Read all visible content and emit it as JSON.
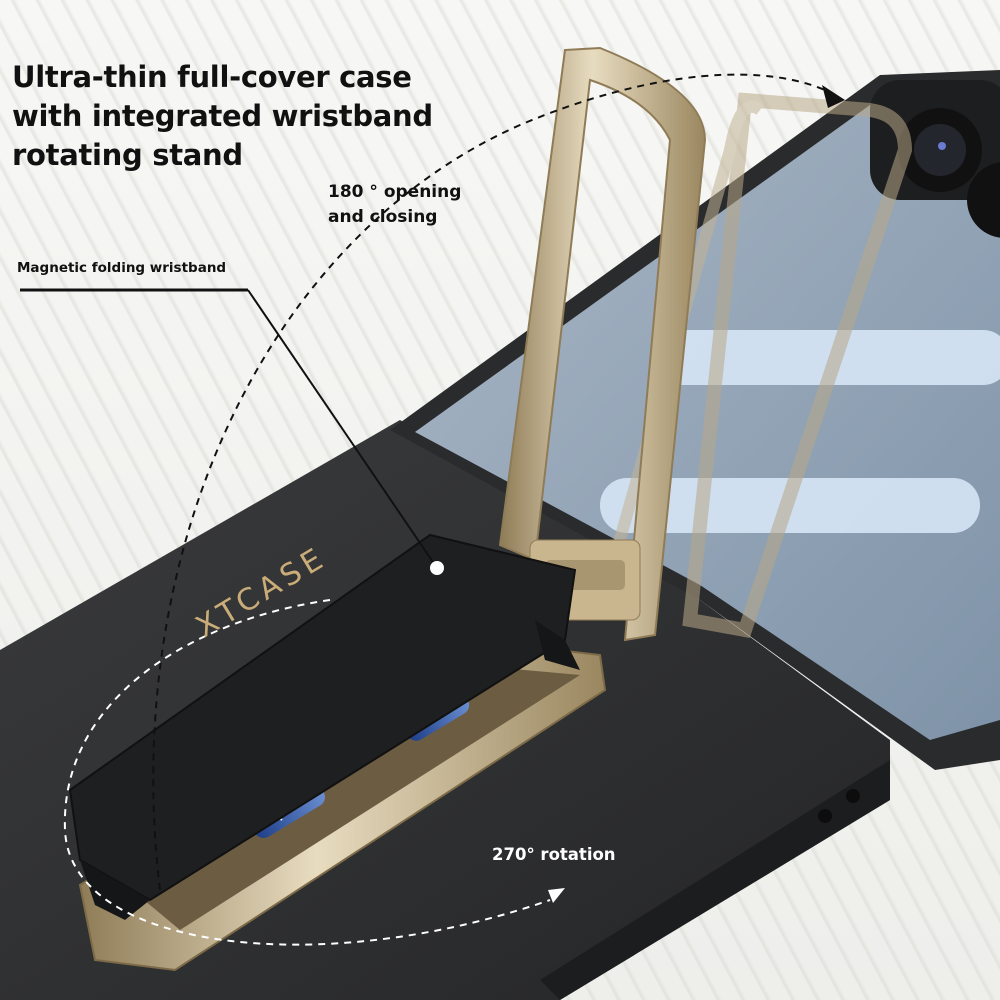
{
  "headline": {
    "text": "Ultra-thin full-cover case\nwith integrated wristband\nrotating stand"
  },
  "callouts": {
    "opening": "180 °   opening\nand closing",
    "wristband": "Magnetic folding wristband",
    "rotation": "270°   rotation"
  },
  "brand": {
    "logo_text": "XTCASE"
  },
  "colors": {
    "background": "#f3f3f1",
    "case_black": "#2b2c2e",
    "gold_frame": "#c8b48c",
    "screen_blue": "#8fa4b8",
    "logo_gold": "#c9ac78",
    "text_dark": "#111111",
    "text_light": "#ffffff"
  }
}
